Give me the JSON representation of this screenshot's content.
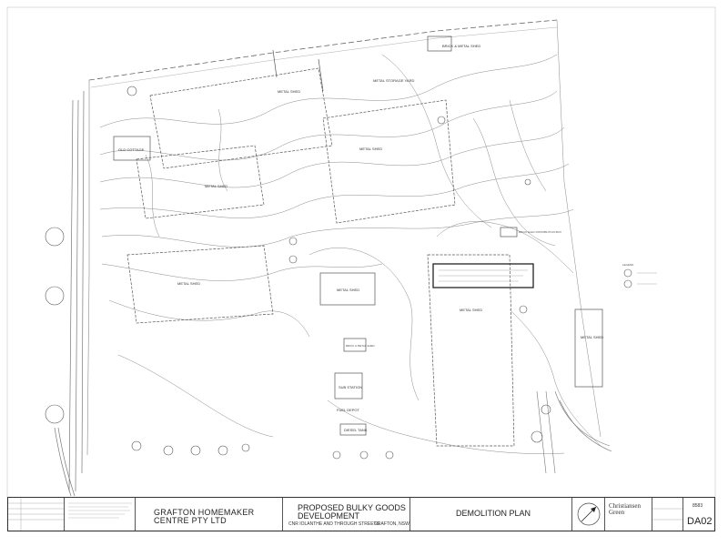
{
  "labels": {
    "old_cottage": "OLD COTTAGE",
    "metal_shed": "METAL SHED",
    "metal_storage_yard": "METAL STORAGE YARD",
    "brick_and_metal_shed": "BRICK & METAL SHED",
    "brick_and_metal_shed_2": "BRICK & METAL SHED",
    "diesel_tank": "DIESEL TANK",
    "fuel_depot": "FUEL DEPOT",
    "sub_station": "SUB STATION",
    "brick_elec_distribution_box": "BRICK ELEC DISTRIBUTION BOX",
    "legend": "LEGEND"
  },
  "title_block": {
    "client_line1": "GRAFTON HOMEMAKER",
    "client_line2": "CENTRE PTY LTD",
    "project_line1": "PROPOSED BULKY GOODS",
    "project_line2": "DEVELOPMENT",
    "address_left": "CNR IOLANTHE AND THROUGH STREETS",
    "address_right": "GRAFTON, NSW",
    "drawing_title": "DEMOLITION PLAN",
    "firm_line1": "Christiansen",
    "firm_line2": "Green",
    "job_number": "8583",
    "drawing_number": "DA02"
  },
  "colors": {
    "line": "#6e6e6e",
    "dark_line": "#333333",
    "background": "#ffffff"
  }
}
